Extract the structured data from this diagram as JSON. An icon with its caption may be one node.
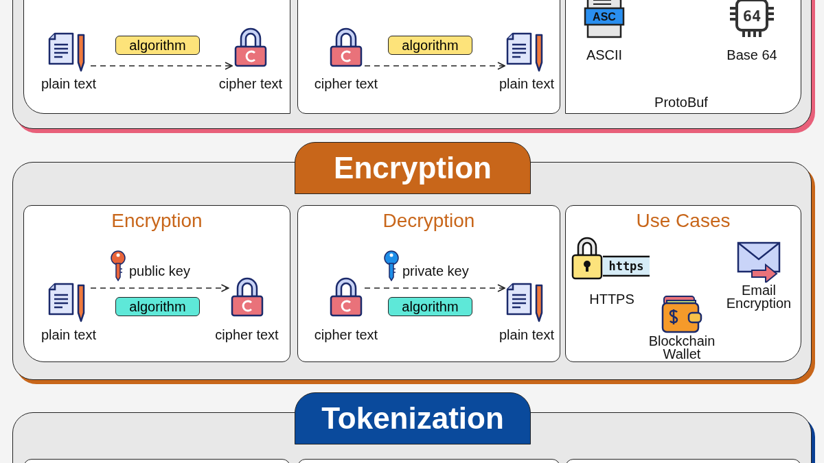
{
  "diagram": {
    "nodes": [
      {
        "text": [],
        "shape": "box"
      },
      {
        "text": [],
        "shape": "box",
        "in": 0
      },
      {
        "text": [
          "plain text"
        ],
        "in": 1
      },
      {
        "text": [
          "algorithm"
        ],
        "in": 1
      },
      {
        "text": [
          "cipher text"
        ],
        "in": 1
      },
      {
        "text": [],
        "shape": "box",
        "in": 0
      },
      {
        "text": [
          "cipher text"
        ],
        "in": 5
      },
      {
        "text": [
          "algorithm"
        ],
        "in": 5
      },
      {
        "text": [
          "plain text"
        ],
        "in": 5
      },
      {
        "text": [],
        "shape": "box",
        "in": 0
      },
      {
        "text": [
          "ASC",
          "ASCII"
        ],
        "in": 9
      },
      {
        "text": [
          "64",
          "Base 64"
        ],
        "in": 9
      },
      {
        "text": [
          "ProtoBuf"
        ],
        "in": 9
      },
      {
        "text": [
          "Encryption"
        ]
      },
      {
        "text": [
          "Encryption"
        ],
        "in": 13
      },
      {
        "text": [
          "plain text"
        ],
        "in": 14
      },
      {
        "text": [
          "public key"
        ],
        "in": 14
      },
      {
        "text": [
          "algorithm"
        ],
        "in": 14
      },
      {
        "text": [
          "cipher text"
        ],
        "in": 14
      },
      {
        "text": [
          "Decryption"
        ],
        "in": 13
      },
      {
        "text": [
          "cipher text"
        ],
        "in": 19
      },
      {
        "text": [
          "private key"
        ],
        "in": 19
      },
      {
        "text": [
          "algorithm"
        ],
        "in": 19
      },
      {
        "text": [
          "plain text"
        ],
        "in": 19
      },
      {
        "text": [
          "Use Cases"
        ],
        "in": 13
      },
      {
        "text": [
          "https",
          "HTTPS"
        ],
        "in": 24
      },
      {
        "text": [
          "Email Encryption"
        ],
        "in": 24
      },
      {
        "text": [
          "Blockchain Wallet"
        ],
        "in": 24
      },
      {
        "text": [
          "Tokenization"
        ]
      },
      {
        "text": [],
        "shape": "box",
        "in": 28
      },
      {
        "text": [],
        "shape": "box",
        "in": 28
      },
      {
        "text": [],
        "shape": "box",
        "in": 28
      }
    ],
    "edges": [
      {
        "from": 2,
        "to": 4,
        "arrow": "to",
        "style": "dashed"
      },
      {
        "from": 6,
        "to": 8,
        "arrow": "to",
        "style": "dashed"
      },
      {
        "from": 15,
        "to": 18,
        "arrow": "to",
        "style": "dashed"
      },
      {
        "from": 20,
        "to": 23,
        "arrow": "to",
        "style": "dashed"
      }
    ]
  }
}
